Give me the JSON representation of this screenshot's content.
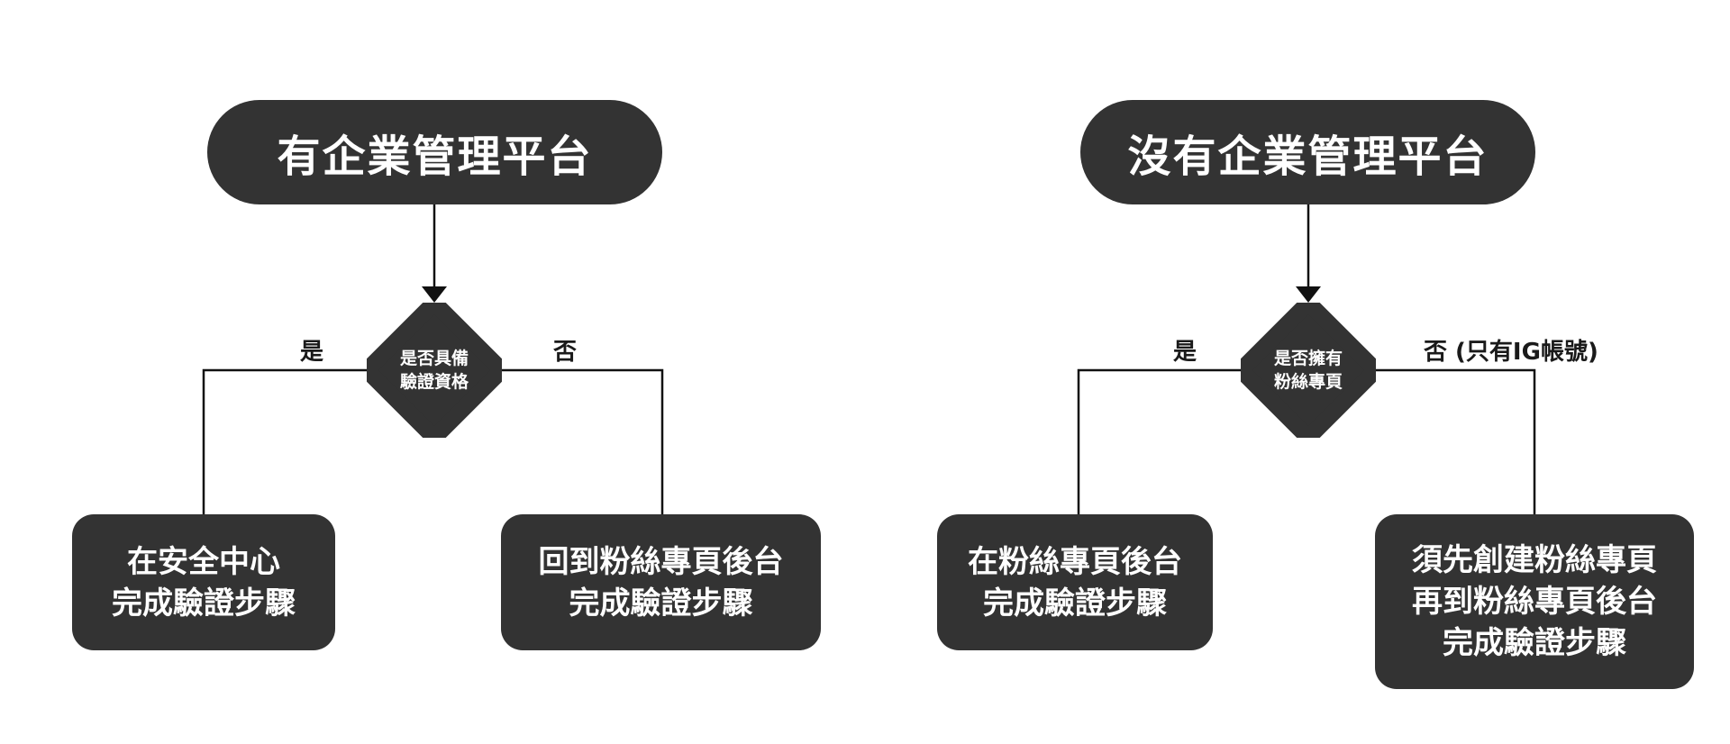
{
  "colors": {
    "node_fill": "#333333",
    "node_text": "#ffffff",
    "line": "#111111",
    "background": "#ffffff"
  },
  "flows": [
    {
      "title": "有企業管理平台",
      "decision": "是否具備\n驗證資格",
      "yes_label": "是",
      "no_label": "否",
      "yes_result": "在安全中心\n完成驗證步驟",
      "no_result": "回到粉絲專頁後台\n完成驗證步驟"
    },
    {
      "title": "沒有企業管理平台",
      "decision": "是否擁有\n粉絲專頁",
      "yes_label": "是",
      "no_label": "否 (只有IG帳號)",
      "yes_result": "在粉絲專頁後台\n完成驗證步驟",
      "no_result": "須先創建粉絲專頁\n再到粉絲專頁後台\n完成驗證步驟"
    }
  ]
}
